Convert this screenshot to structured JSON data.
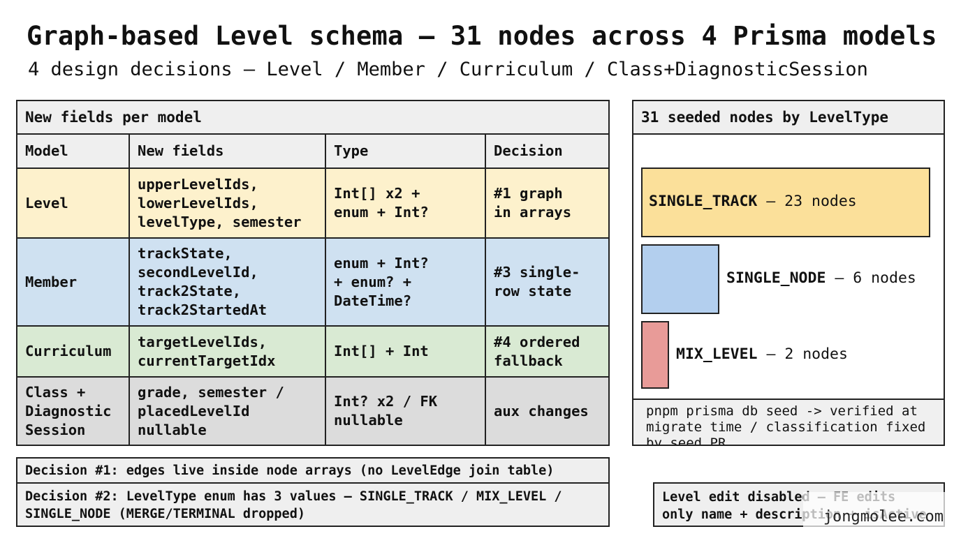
{
  "header": {
    "title": "Graph-based Level schema — 31 nodes across 4 Prisma models",
    "subtitle": "4 design decisions — Level / Member / Curriculum / Class+DiagnosticSession"
  },
  "fields_table": {
    "title": "New fields per model",
    "columns": [
      "Model",
      "New fields",
      "Type",
      "Decision"
    ],
    "rows": [
      {
        "model": "Level",
        "fields": "upperLevelIds,\nlowerLevelIds,\nlevelType, semester",
        "type": "Int[] x2 +\nenum + Int?",
        "decision": "#1 graph\nin arrays"
      },
      {
        "model": "Member",
        "fields": "trackState,\nsecondLevelId,\ntrack2State,\ntrack2StartedAt",
        "type": "enum + Int?\n+ enum? +\nDateTime?",
        "decision": "#3 single-\nrow state"
      },
      {
        "model": "Curriculum",
        "fields": "targetLevelIds,\ncurrentTargetIdx",
        "type": "Int[] + Int",
        "decision": "#4 ordered\nfallback"
      },
      {
        "model": "Class +\nDiagnostic\nSession",
        "fields": "grade, semester /\nplacedLevelId\nnullable",
        "type": "Int? x2 / FK\nnullable",
        "decision": "aux changes"
      }
    ],
    "colors": {
      "level": "#fdf1cc",
      "member": "#cfe1f1",
      "curriculum": "#d9ead3",
      "class": "#dcdcdc"
    }
  },
  "chart_data": {
    "type": "bar",
    "title": "31 seeded nodes by LevelType",
    "categories": [
      "SINGLE_TRACK",
      "SINGLE_NODE",
      "MIX_LEVEL"
    ],
    "values": [
      23,
      6,
      2
    ],
    "value_labels": [
      "— 23 nodes",
      "— 6 nodes",
      "— 2 nodes"
    ],
    "colors": [
      "#fbe09a",
      "#b3cfee",
      "#e89b98"
    ],
    "orientation": "horizontal",
    "note": "pnpm prisma db seed -> verified at migrate time / classification fixed by seed PR"
  },
  "decisions": {
    "d1": "Decision #1: edges live inside node arrays (no LevelEdge join table)",
    "d2": "Decision #2: LevelType enum has 3 values — SINGLE_TRACK / MIX_LEVEL /\nSINGLE_NODE (MERGE/TERMINAL dropped)"
  },
  "side_note": "Level edit disabled — FE edits\nonly name + description + isActive",
  "watermark": "jongmolee.com"
}
